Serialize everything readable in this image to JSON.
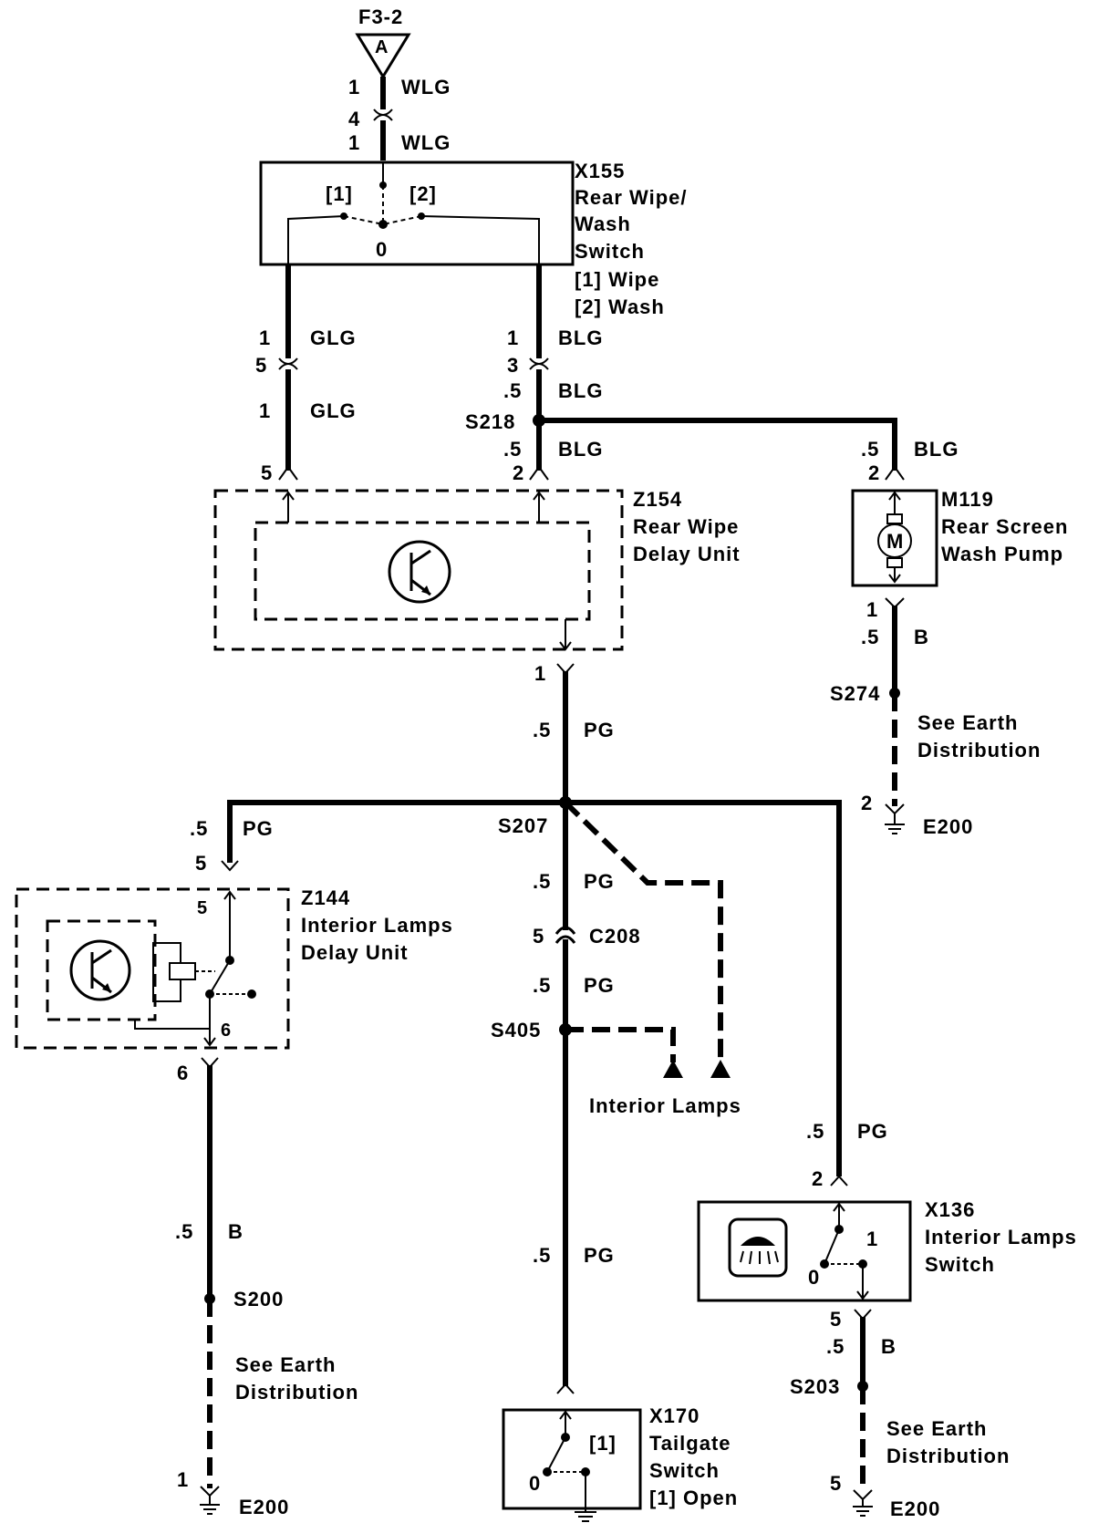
{
  "fuse": {
    "id": "F3-2",
    "letter": "A"
  },
  "wires": {
    "w_top_size": "1",
    "w_top_color": "WLG",
    "w_conn_pin": "4",
    "w_x155_size": "1",
    "w_x155_color": "WLG",
    "glg_size1": "1",
    "glg_color1": "GLG",
    "glg_conn_pin": "5",
    "glg_size2": "1",
    "glg_color2": "GLG",
    "glg_z154_pin": "5",
    "blg_size1": "1",
    "blg_color1": "BLG",
    "blg_conn_pin": "3",
    "blg_size2": ".5",
    "blg_color2": "BLG",
    "blg_size3": ".5",
    "blg_color3": "BLG",
    "blg_z154_pin": "2",
    "pump_size": ".5",
    "pump_color": "BLG",
    "pump_pin": "2",
    "pump_out_pin": "1",
    "pump_out_size": ".5",
    "pump_out_color": "B",
    "pump_earth_pin": "2",
    "pg_z154_pin": "1",
    "pg_main_size": ".5",
    "pg_main_color": "PG",
    "pg_left_size": ".5",
    "pg_left_color": "PG",
    "pg_z144_pin": "5",
    "pg_mid_size1": ".5",
    "pg_mid_color1": "PG",
    "c208_pin": "5",
    "pg_mid_size2": ".5",
    "pg_mid_color2": "PG",
    "pg_mid_size3": ".5",
    "pg_mid_color3": "PG",
    "pg_right_size": ".5",
    "pg_right_color": "PG",
    "pg_x136_pin": "2",
    "z144_out_pin": "6",
    "z144_b_size": ".5",
    "z144_b_color": "B",
    "z144_earth_pin": "1",
    "x136_out_pin": "5",
    "x136_b_size": ".5",
    "x136_b_color": "B",
    "x136_earth_pin": "5"
  },
  "splices": {
    "s218": "S218",
    "s274": "S274",
    "s207": "S207",
    "s405": "S405",
    "s200": "S200",
    "s203": "S203"
  },
  "connector_c208": "C208",
  "components": {
    "x155": {
      "id": "X155",
      "line1": "Rear Wipe/",
      "line2": "Wash",
      "line3": "Switch",
      "pos1": "[1]  Wipe",
      "pos2": "[2]  Wash",
      "lbl1": "[1]",
      "lbl2": "[2]",
      "lbl0": "0"
    },
    "z154": {
      "id": "Z154",
      "line1": "Rear Wipe",
      "line2": "Delay Unit"
    },
    "m119": {
      "id": "M119",
      "line1": "Rear Screen",
      "line2": "Wash Pump",
      "motor": "M"
    },
    "z144": {
      "id": "Z144",
      "line1": "Interior Lamps",
      "line2": "Delay Unit",
      "pin_in": "5",
      "pin_out": "6"
    },
    "x136": {
      "id": "X136",
      "line1": "Interior Lamps",
      "line2": "Switch",
      "pos1": "1",
      "pos0": "0"
    },
    "x170": {
      "id": "X170",
      "line1": "Tailgate",
      "line2": "Switch",
      "pos": "[1]  Open",
      "lbl1": "[1]",
      "lbl0": "0"
    }
  },
  "grounds": {
    "e200_pump": "E200",
    "e200_left": "E200",
    "e200_right": "E200"
  },
  "notes": {
    "earth_pump_1": "See Earth",
    "earth_pump_2": "Distribution",
    "earth_left_1": "See Earth",
    "earth_left_2": "Distribution",
    "earth_right_1": "See Earth",
    "earth_right_2": "Distribution",
    "interior_lamps": "Interior Lamps"
  }
}
